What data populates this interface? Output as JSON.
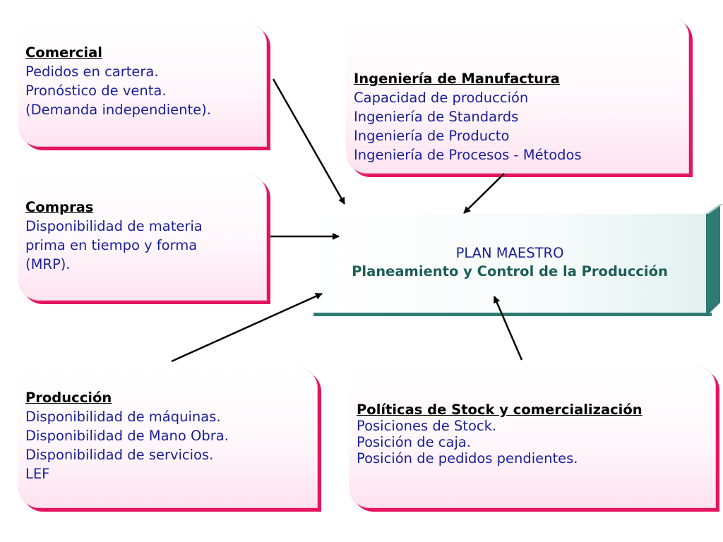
{
  "colors": {
    "box_shadow_accent": "#e5145f",
    "box_text": "#1a1f9c",
    "plan_accent": "#2f7b73",
    "plan_subtitle": "#1b5e57"
  },
  "comercial": {
    "title": "Comercial",
    "lines": [
      "Pedidos en cartera.",
      "Pronóstico de venta.",
      "(Demanda independiente)."
    ]
  },
  "ingenieria": {
    "title": "Ingeniería de Manufactura",
    "lines": [
      "Capacidad de producción",
      "Ingeniería de Standards",
      "Ingeniería de Producto",
      "Ingeniería de Procesos - Métodos"
    ]
  },
  "compras": {
    "title": "Compras",
    "lines": [
      "Disponibilidad  de materia",
      "prima en tiempo y forma",
      "(MRP)."
    ]
  },
  "plan": {
    "title": "PLAN MAESTRO",
    "subtitle": "Planeamiento y Control de la Producción"
  },
  "produccion": {
    "title": "Producción",
    "lines": [
      "Disponibilidad de máquinas.",
      "Disponibilidad de Mano Obra.",
      "Disponibilidad de servicios.",
      "LEF"
    ]
  },
  "politicas": {
    "title": "Políticas de Stock y comercialización",
    "lines": [
      "Posiciones de Stock.",
      "Posición de caja.",
      "Posición de pedidos pendientes."
    ]
  }
}
